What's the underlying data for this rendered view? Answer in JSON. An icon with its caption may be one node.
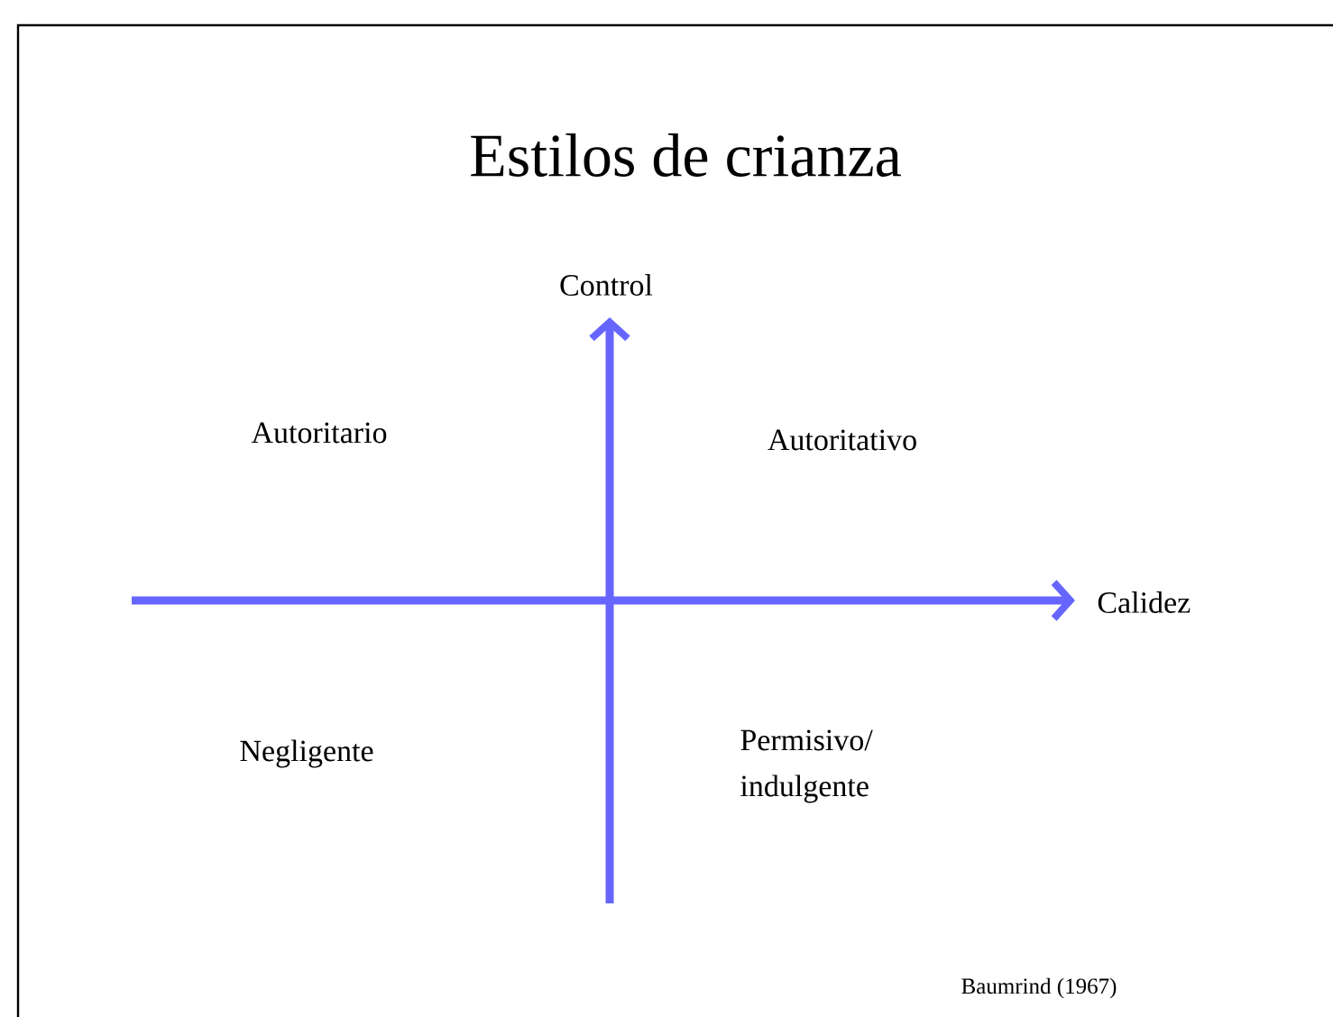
{
  "diagram": {
    "title": "Estilos de crianza",
    "labels": [
      "Control",
      "Autoritario",
      "Autoritativo",
      "Calidez",
      "Negligente",
      "Permisivo/ indulgente",
      "Baumrind (1967)"
    ]
  }
}
